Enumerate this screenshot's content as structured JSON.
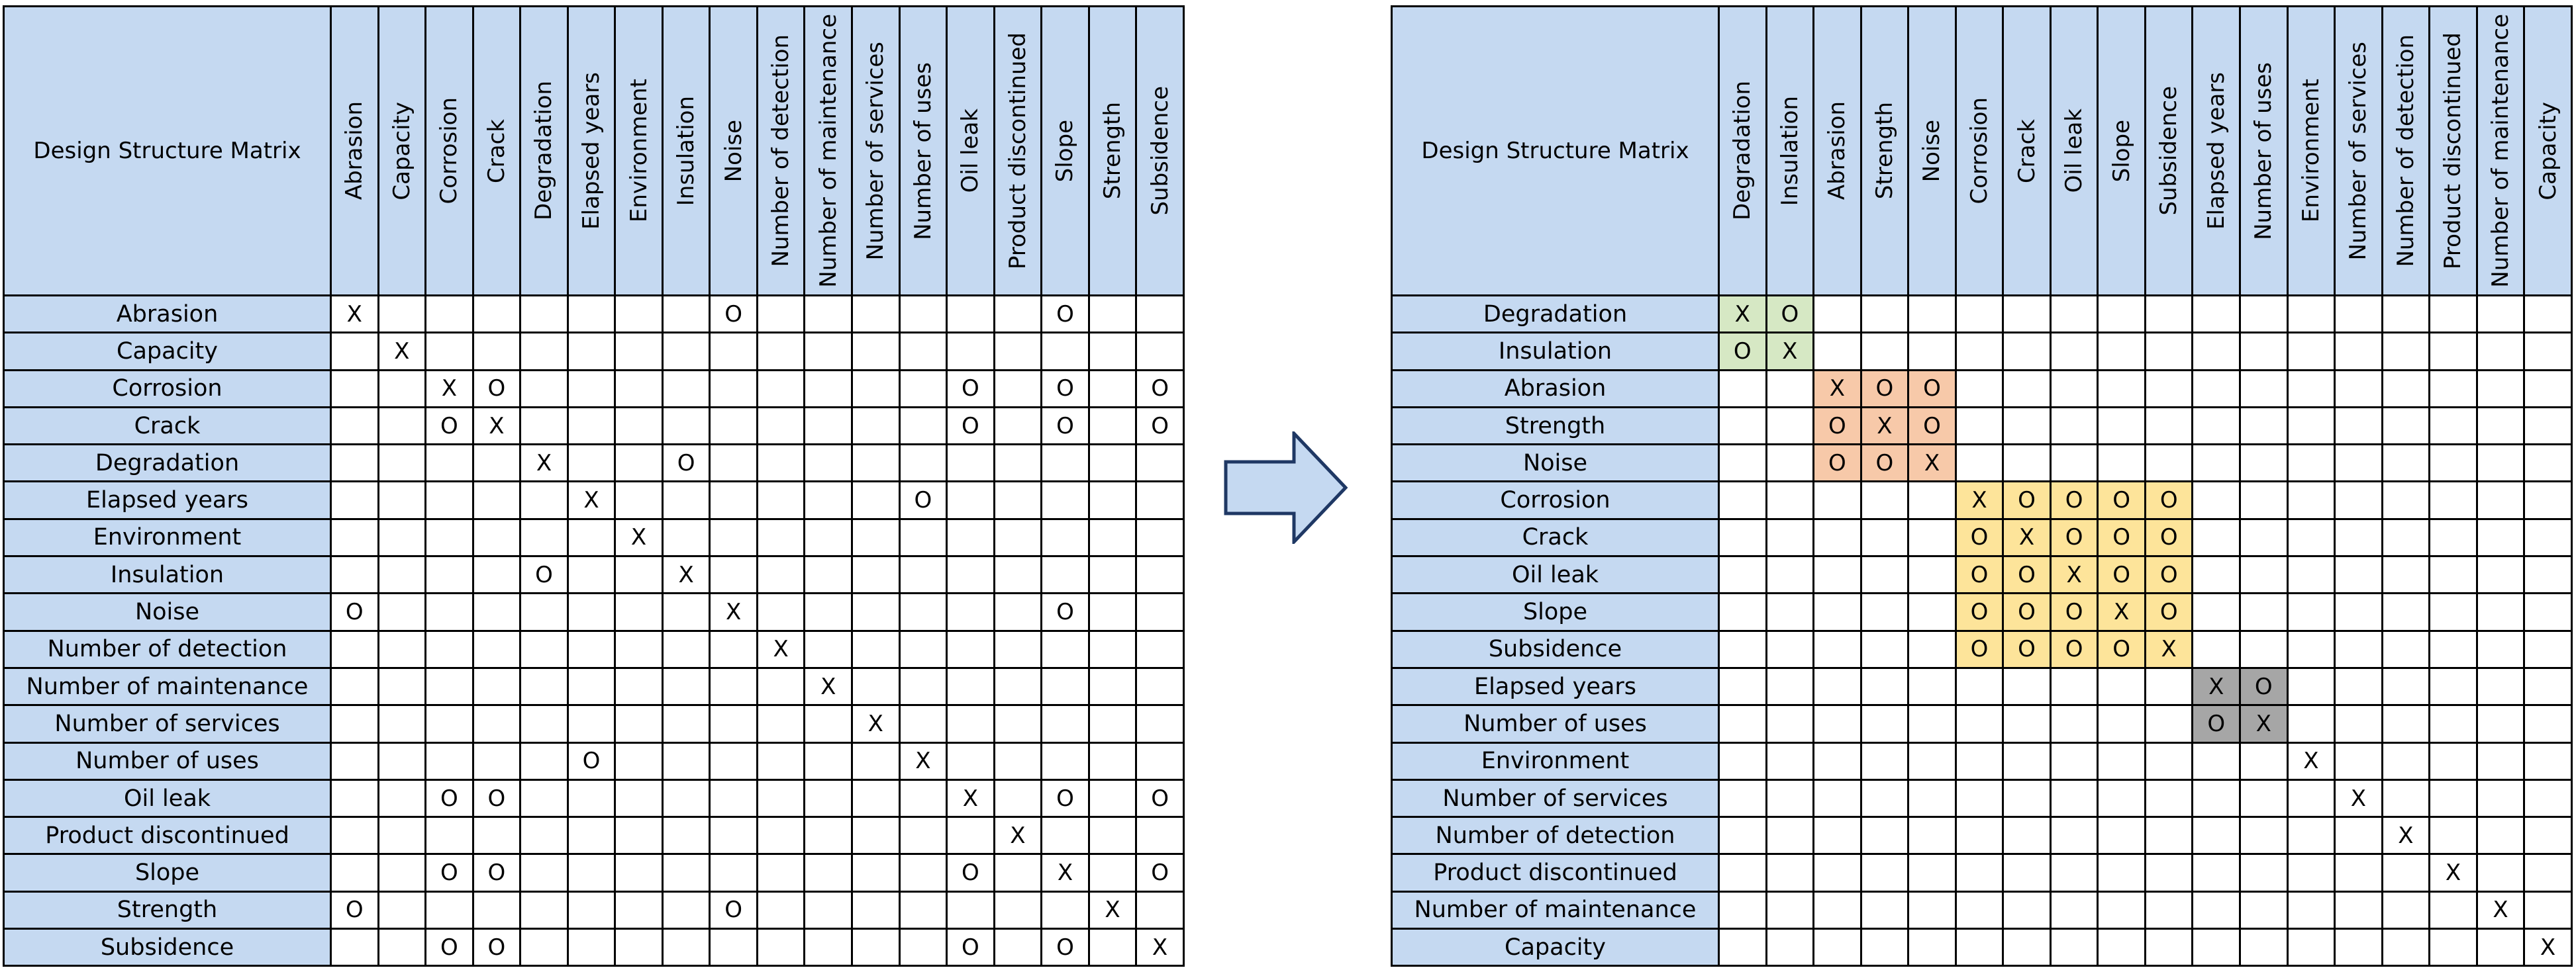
{
  "left": {
    "title": "Design Structure Matrix",
    "rows": [
      "Abrasion",
      "Capacity",
      "Corrosion",
      "Crack",
      "Degradation",
      "Elapsed years",
      "Environment",
      "Insulation",
      "Noise",
      "Number of detection",
      "Number of maintenance",
      "Number of services",
      "Number of uses",
      "Oil leak",
      "Product discontinued",
      "Slope",
      "Strength",
      "Subsidence"
    ],
    "cols": [
      "Abrasion",
      "Capacity",
      "Corrosion",
      "Crack",
      "Degradation",
      "Elapsed years",
      "Environment",
      "Insulation",
      "Noise",
      "Number of detection",
      "Number of maintenance",
      "Number of services",
      "Number of uses",
      "Oil leak",
      "Product discontinued",
      "Slope",
      "Strength",
      "Subsidence"
    ],
    "matrix": [
      "X       O      O ",
      " X                ",
      "  XO         O O O",
      "  OX         O O O",
      "    X  O          ",
      "     X      O     ",
      "      X           ",
      "    O  X          ",
      "O       X      O  ",
      "         X        ",
      "          X       ",
      "           X      ",
      "     O      X     ",
      "  OO         X O O",
      "              X   ",
      "  OO         O X O",
      "O       O       X ",
      "  OO         O O X"
    ],
    "groups": []
  },
  "right": {
    "title": "Design Structure Matrix",
    "rows": [
      "Degradation",
      "Insulation",
      "Abrasion",
      "Strength",
      "Noise",
      "Corrosion",
      "Crack",
      "Oil leak",
      "Slope",
      "Subsidence",
      "Elapsed years",
      "Number of uses",
      "Environment",
      "Number of services",
      "Number of detection",
      "Product discontinued",
      "Number of maintenance",
      "Capacity"
    ],
    "cols": [
      "Degradation",
      "Insulation",
      "Abrasion",
      "Strength",
      "Noise",
      "Corrosion",
      "Crack",
      "Oil leak",
      "Slope",
      "Subsidence",
      "Elapsed years",
      "Number of uses",
      "Environment",
      "Number of services",
      "Number of detection",
      "Product discontinued",
      "Number of maintenance",
      "Capacity"
    ],
    "matrix": [
      "XO                ",
      "OX                ",
      "  XOO             ",
      "  OXO             ",
      "  OOX             ",
      "     XOOOO        ",
      "     OXOOO        ",
      "     OOXOO        ",
      "     OOOXO        ",
      "     OOOOX        ",
      "          XO      ",
      "          OX      ",
      "            X     ",
      "             X    ",
      "              X   ",
      "               X  ",
      "                X ",
      "                 X"
    ],
    "groups": [
      {
        "start": 0,
        "end": 1,
        "color": "#d6e8c4"
      },
      {
        "start": 2,
        "end": 4,
        "color": "#f7c9a9"
      },
      {
        "start": 5,
        "end": 9,
        "color": "#fde49a"
      },
      {
        "start": 10,
        "end": 11,
        "color": "#a6a6a6"
      }
    ]
  },
  "arrow": {
    "icon": "right-arrow-icon",
    "fill": "#c5d9f1",
    "stroke": "#1f3864"
  }
}
